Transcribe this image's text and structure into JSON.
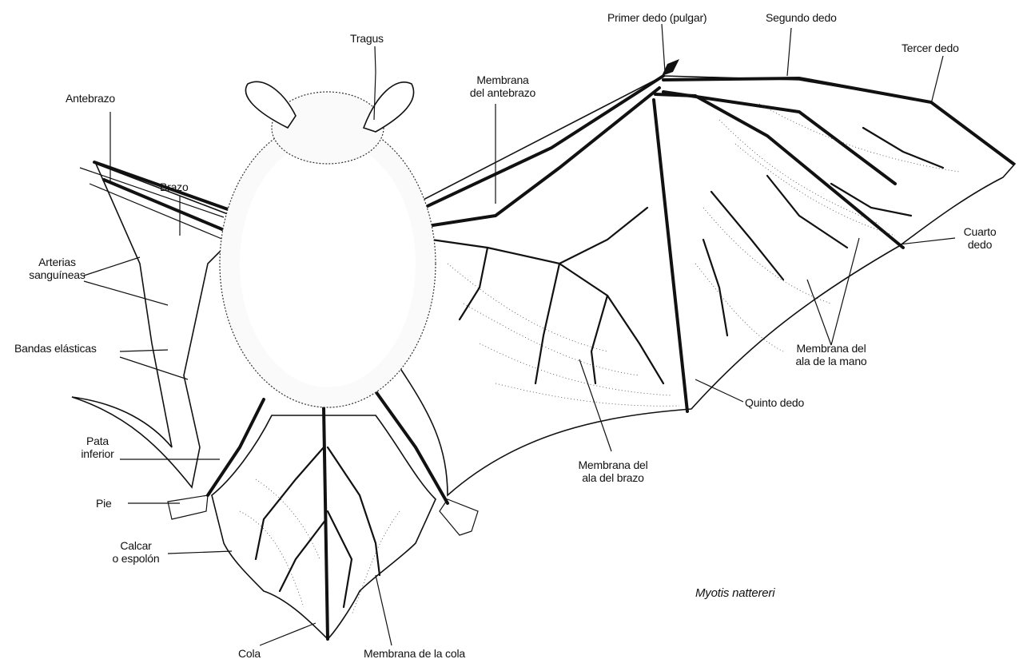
{
  "labels": {
    "tragus": "Tragus",
    "primer_dedo": "Primer dedo (pulgar)",
    "segundo_dedo": "Segundo dedo",
    "tercer_dedo": "Tercer dedo",
    "antebrazo": "Antebrazo",
    "membrana_antebrazo": [
      "Membrana",
      "del antebrazo"
    ],
    "brazo": "Brazo",
    "arterias": [
      "Arterias",
      "sanguíneas"
    ],
    "cuarto_dedo": [
      "Cuarto",
      "dedo"
    ],
    "bandas": "Bandas elásticas",
    "membrana_mano": [
      "Membrana del",
      "ala de la mano"
    ],
    "quinto_dedo": "Quinto dedo",
    "pata": [
      "Pata",
      "inferior"
    ],
    "membrana_brazo": [
      "Membrana del",
      "ala del brazo"
    ],
    "pie": "Pie",
    "calcar": [
      "Calcar",
      "o espolón"
    ],
    "cola": "Cola",
    "membrana_cola": "Membrana de la cola"
  },
  "species": "Myotis nattereri"
}
